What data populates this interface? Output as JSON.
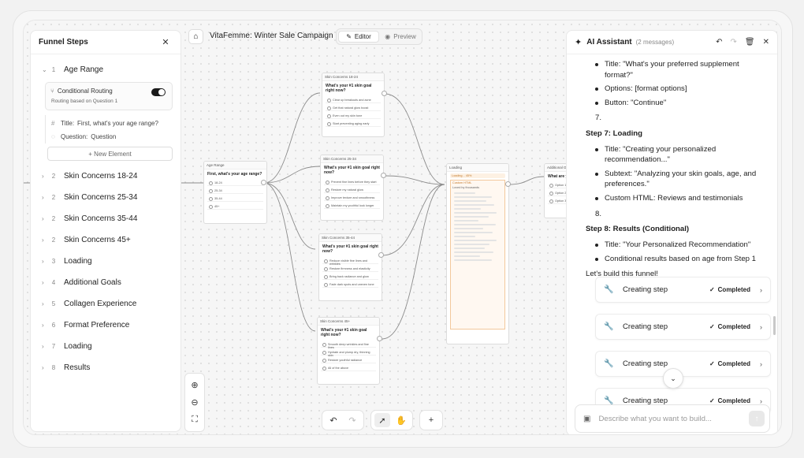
{
  "project_title": "VitaFemme: Winter Sale Campaign",
  "modes": {
    "editor": "Editor",
    "preview": "Preview"
  },
  "left_panel": {
    "title": "Funnel Steps",
    "expanded_step": {
      "num": "1",
      "label": "Age Range"
    },
    "routing": {
      "title": "Conditional Routing",
      "subtitle": "Routing based on Question 1"
    },
    "elements": [
      {
        "kind": "Title:",
        "value": "First, what's your age range?"
      },
      {
        "kind": "Question:",
        "value": "Question"
      }
    ],
    "new_element": "+ New Element",
    "steps": [
      {
        "num": "2",
        "label": "Skin Concerns 18-24"
      },
      {
        "num": "2",
        "label": "Skin Concerns 25-34"
      },
      {
        "num": "2",
        "label": "Skin Concerns 35-44"
      },
      {
        "num": "2",
        "label": "Skin Concerns 45+"
      },
      {
        "num": "3",
        "label": "Loading"
      },
      {
        "num": "4",
        "label": "Additional Goals"
      },
      {
        "num": "5",
        "label": "Collagen Experience"
      },
      {
        "num": "6",
        "label": "Format Preference"
      },
      {
        "num": "7",
        "label": "Loading"
      },
      {
        "num": "8",
        "label": "Results"
      }
    ]
  },
  "nodes": {
    "age": {
      "header": "Age Range",
      "question": "First, what's your age range?",
      "options": [
        "18-24",
        "25-34",
        "35-44",
        "45+"
      ]
    },
    "s1824": {
      "header": "Skin Concerns 18-24",
      "question": "What's your #1 skin goal right now?",
      "options": [
        "Clear up breakouts and acne",
        "Get that natural glow boost",
        "Even out my skin tone",
        "Start preventing aging early"
      ]
    },
    "s2534": {
      "header": "Skin Concerns 25-34",
      "question": "What's your #1 skin goal right now?",
      "options": [
        "Prevent fine lines before they start",
        "Restore my natural glow",
        "Improve texture and smoothness",
        "Maintain my youthful look longer"
      ]
    },
    "s3544": {
      "header": "Skin Concerns 35-44",
      "question": "What's your #1 skin goal right now?",
      "options": [
        "Reduce visible fine lines and wrinkles",
        "Restore firmness and elasticity",
        "Bring back radiance and glow",
        "Fade dark spots and uneven tone"
      ]
    },
    "s45": {
      "header": "Skin Concerns 45+",
      "question": "What's your #1 skin goal right now?",
      "options": [
        "Smooth deep wrinkles and fine lines",
        "Hydrate and plump dry, thinning skin",
        "Restore youthful radiance",
        "All of the above"
      ]
    },
    "loading": {
      "header": "Loading",
      "badge": "Loading... 45%",
      "custom_label": "Custom HTML",
      "loved_by": "Loved by thousands"
    },
    "additional": {
      "header": "Additional G...",
      "question": "What are yo... goals?",
      "options": [
        "Option 1",
        "Option 2",
        "Option 3"
      ]
    }
  },
  "assistant": {
    "title": "AI Assistant",
    "count": "(2 messages)",
    "messages": {
      "b1": "Title: \"What's your preferred supplement format?\"",
      "b2": "Options: [format options]",
      "b3": "Button: \"Continue\"",
      "n7": "7.",
      "h7": "Step 7: Loading",
      "b4": "Title: \"Creating your personalized recommendation...\"",
      "b5": "Subtext: \"Analyzing your skin goals, age, and preferences.\"",
      "b6": "Custom HTML: Reviews and testimonials",
      "n8": "8.",
      "h8": "Step 8: Results (Conditional)",
      "b7": "Title: \"Your Personalized Recommendation\"",
      "b8": "Conditional results based on age from Step 1",
      "closing": "Let's build this funnel!"
    },
    "tool_calls": [
      {
        "label": "Creating step",
        "status": "Completed"
      },
      {
        "label": "Creating step",
        "status": "Completed"
      },
      {
        "label": "Creating step",
        "status": "Completed"
      },
      {
        "label": "Creating step",
        "status": "Completed"
      }
    ],
    "input_placeholder": "Describe what you want to build..."
  },
  "colors": {
    "accent": "#2d5fd3",
    "loading_accent": "#c47a2b"
  }
}
